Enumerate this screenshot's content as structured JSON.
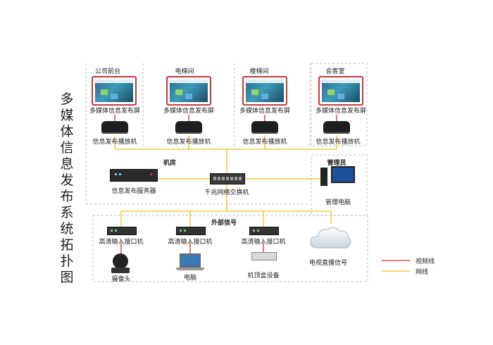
{
  "title_chars": [
    "多",
    "媒",
    "体",
    "信",
    "息",
    "发",
    "布",
    "系",
    "统",
    "拓",
    "扑",
    "图"
  ],
  "zones": {
    "top": [
      {
        "name": "公司前台",
        "screen": "多媒体信息发布屏",
        "player": "信息发布播放机"
      },
      {
        "name": "电梯间",
        "screen": "多媒体信息发布屏",
        "player": "信息发布播放机"
      },
      {
        "name": "楼梯间",
        "screen": "多媒体信息发布屏",
        "player": "信息发布播放机"
      },
      {
        "name": "会客室",
        "screen": "多媒体信息发布屏",
        "player": "信息发布播放机"
      }
    ],
    "machine_room": {
      "name": "机房",
      "server": "信息发布服务器",
      "switch": "千兆网络交换机"
    },
    "admin": {
      "name": "管理员",
      "pc": "管理电脑"
    },
    "external": {
      "name": "外部信号",
      "encoders": [
        "高清输入接口机",
        "高清输入接口机",
        "高清输入接口机"
      ],
      "sources": [
        "摄像头",
        "电脑",
        "机顶盒设备",
        "电视直播信号"
      ]
    }
  },
  "legend": [
    {
      "label": "视频线",
      "color": "#c0392b"
    },
    {
      "label": "网线",
      "color": "#f0c419"
    }
  ],
  "colors": {
    "video_line": "#c0392b",
    "network_line": "#f0c419",
    "dashed_border": "#bbbbbb"
  }
}
